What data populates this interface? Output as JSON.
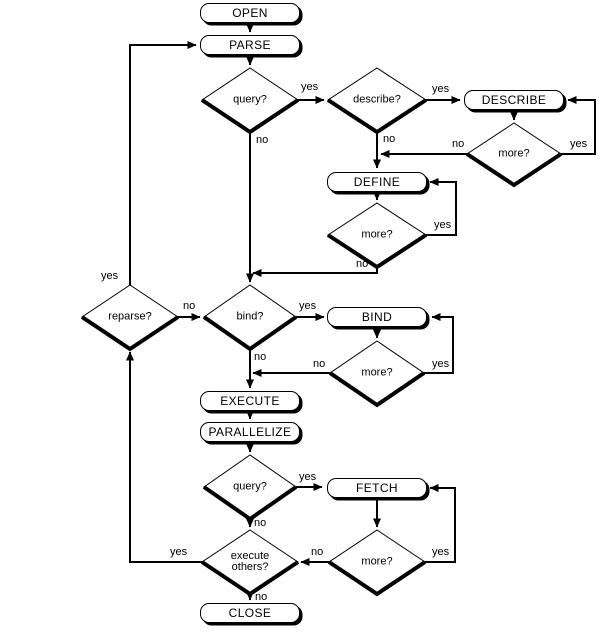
{
  "nodes": {
    "open": {
      "label": "OPEN"
    },
    "parse": {
      "label": "PARSE"
    },
    "query1": {
      "label": "query?"
    },
    "describe_q": {
      "label": "describe?"
    },
    "describe": {
      "label": "DESCRIBE"
    },
    "more1": {
      "label": "more?"
    },
    "define": {
      "label": "DEFINE"
    },
    "more2": {
      "label": "more?"
    },
    "reparse": {
      "label": "reparse?"
    },
    "bind_q": {
      "label": "bind?"
    },
    "bind": {
      "label": "BIND"
    },
    "more3": {
      "label": "more?"
    },
    "execute": {
      "label": "EXECUTE"
    },
    "parallelize": {
      "label": "PARALLELIZE"
    },
    "query2": {
      "label": "query?"
    },
    "fetch": {
      "label": "FETCH"
    },
    "more4": {
      "label": "more?"
    },
    "execute_others": {
      "label": "execute others?"
    },
    "close": {
      "label": "CLOSE"
    }
  },
  "edge_labels": {
    "query1_yes": "yes",
    "query1_no": "no",
    "describe_q_yes": "yes",
    "describe_q_no": "no",
    "more1_yes": "yes",
    "more1_no": "no",
    "more2_yes": "yes",
    "more2_no": "no",
    "reparse_yes": "yes",
    "reparse_no": "no",
    "bind_q_yes": "yes",
    "bind_q_no": "no",
    "more3_yes": "yes",
    "more3_no": "no",
    "query2_yes": "yes",
    "query2_no": "no",
    "more4_yes": "yes",
    "more4_no": "no",
    "execute_others_yes": "yes",
    "execute_others_no": "no"
  },
  "colors": {
    "background": "#ffffff",
    "line": "#000000",
    "text": "#000000"
  }
}
